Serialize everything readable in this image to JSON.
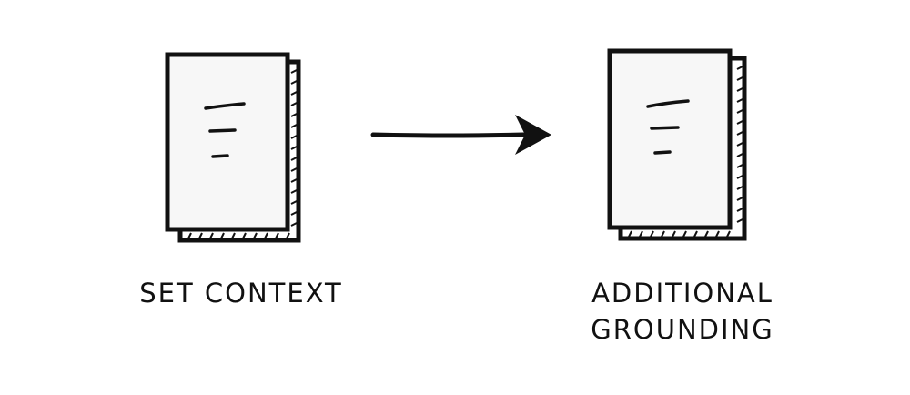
{
  "nodes": [
    {
      "id": "set-context",
      "label_lines": [
        "SET CONTEXT"
      ]
    },
    {
      "id": "additional-grounding",
      "label_lines": [
        "ADDITIONAL",
        "GROUNDING"
      ]
    }
  ],
  "edges": [
    {
      "from": "set-context",
      "to": "additional-grounding",
      "style": "arrow"
    }
  ],
  "colors": {
    "ink": "#111111",
    "paper": "#f7f7f7",
    "background": "#ffffff"
  }
}
